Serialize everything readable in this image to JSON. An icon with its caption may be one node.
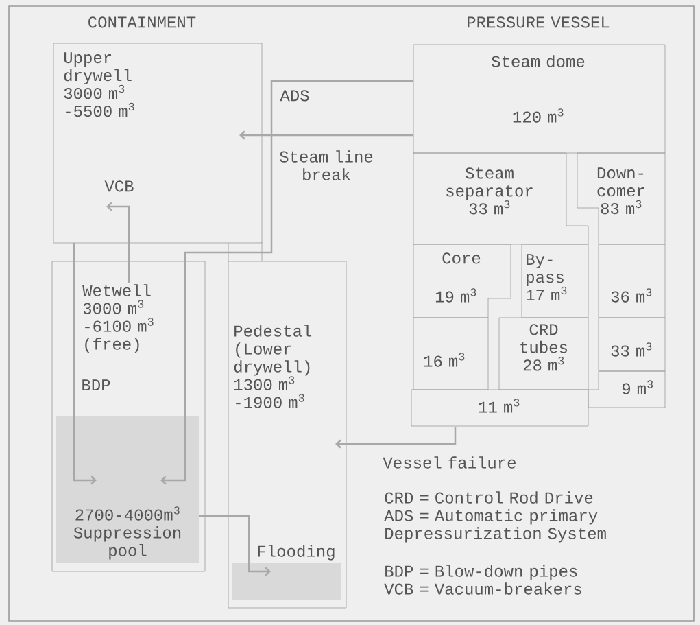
{
  "diagram": {
    "nodes": [
      {
        "text": [
          "Upper drywell 3000 m$^{3}$ -5500 m$^{3}$"
        ]
      },
      {
        "text": [
          "Wetwell 3000 m$^{3}$ -6100 m$^{3}$ (free)"
        ]
      },
      {
        "text": [
          "2700-4000m$^{3}$ Suppression pool"
        ],
        "in": 1
      },
      {
        "text": [
          "Pedestal (Lower drywell) 1300 m$^{3}$ -1900 m$^{3}$"
        ]
      },
      {
        "text": [],
        "shape": "box",
        "in": 3
      },
      {
        "text": [
          "Steam dome",
          "120 m$^{3}$"
        ]
      },
      {
        "text": [
          "Steam separator 33 m$^{3}$"
        ]
      },
      {
        "text": [
          "Down- comer 83 m$^{3}$"
        ]
      },
      {
        "text": [
          "Core",
          "19 m$^{3}$"
        ]
      },
      {
        "text": [
          "By- pass 17 m$^{3}$"
        ]
      },
      {
        "text": [
          "36 m$^{3}$"
        ]
      },
      {
        "text": [
          "16 m$^{3}$"
        ]
      },
      {
        "text": [
          "CRD tubes 28 m$^{3}$"
        ]
      },
      {
        "text": [
          "33 m$^{3}$"
        ]
      },
      {
        "text": [
          "9 m$^{3}$"
        ]
      },
      {
        "text": [
          "11 m$^{3}$"
        ]
      }
    ],
    "edges": [
      {
        "from": 5,
        "to": 2,
        "arrow": "to",
        "label": "ADS"
      },
      {
        "from": 0,
        "to": 2,
        "arrow": "to",
        "label": "BDP"
      },
      {
        "from": 5,
        "to": 0,
        "arrow": "to",
        "label": "Steam line break"
      },
      {
        "from": 1,
        "to": 0,
        "arrow": "to",
        "label": "VCB"
      },
      {
        "from": 15,
        "to": 3,
        "arrow": "to",
        "label": "Vessel failure"
      },
      {
        "from": 2,
        "to": 4,
        "arrow": "to",
        "label": "Flooding"
      }
    ],
    "labels": [
      "CONTAINMENT",
      "PRESSURE VESSEL",
      "CRD = Control Rod Drive",
      "ADS = Automatic primary Depressurization System",
      "BDP = Blow-down pipes",
      "VCB = Vacuum-breakers"
    ]
  }
}
